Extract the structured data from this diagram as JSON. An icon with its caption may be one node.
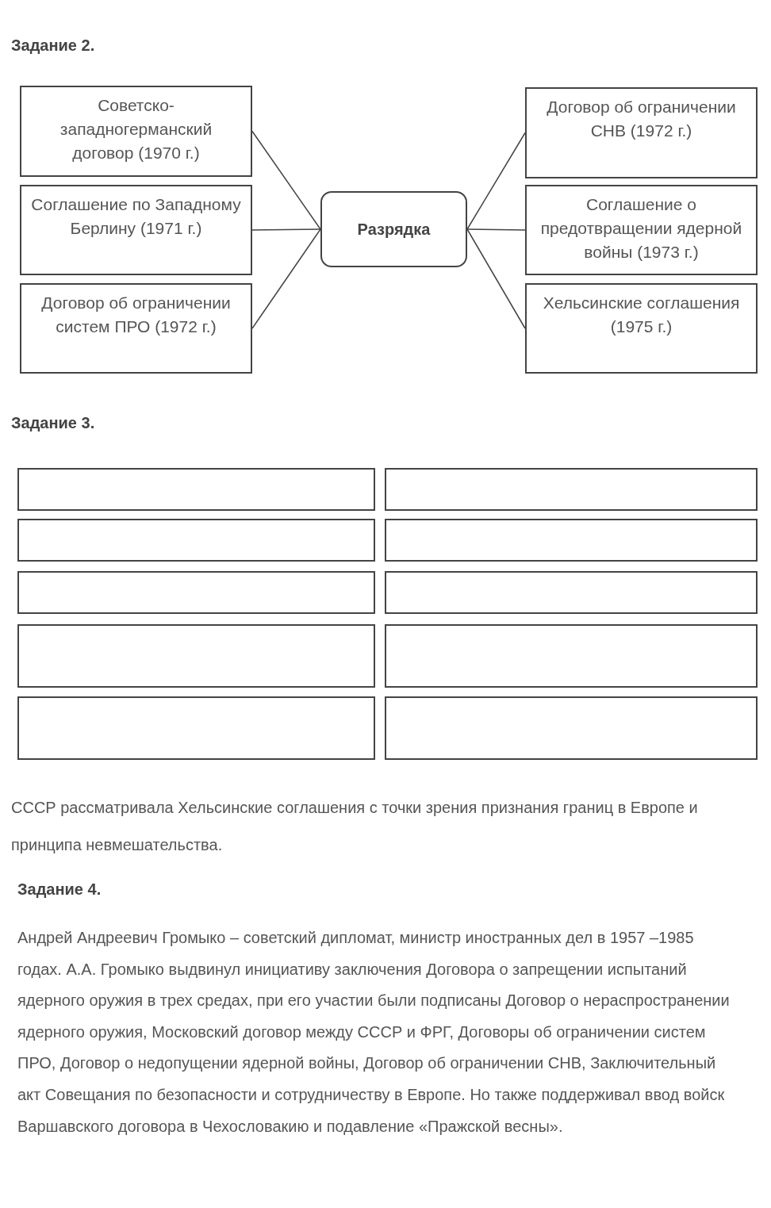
{
  "diagram": {
    "nodes": [
      {
        "text": [
          "Разрядка"
        ]
      },
      {
        "text": [
          "Советско-западногерманский договор (1970 г.)"
        ]
      },
      {
        "text": [
          "Соглашение по Западному Берлину (1971 г.)"
        ]
      },
      {
        "text": [
          "Договор об ограничении систем ПРО (1972 г.)"
        ]
      },
      {
        "text": [
          "Договор об ограничении СНВ (1972 г.)"
        ]
      },
      {
        "text": [
          "Соглашение о предотвращении ядерной войны (1973 г.)"
        ]
      },
      {
        "text": [
          "Хельсинские соглашения (1975 г.)"
        ]
      }
    ],
    "edges": [
      {
        "from": 0,
        "to": 1,
        "arrow": "none"
      },
      {
        "from": 0,
        "to": 2,
        "arrow": "none"
      },
      {
        "from": 0,
        "to": 3,
        "arrow": "none"
      },
      {
        "from": 0,
        "to": 4,
        "arrow": "none"
      },
      {
        "from": 0,
        "to": 5,
        "arrow": "none"
      },
      {
        "from": 0,
        "to": 6,
        "arrow": "none"
      }
    ],
    "labels": [
      "Задание 2.",
      "Задание 3.",
      "СССР рассматривала Хельсинские соглашения с точки зрения признания границ в Европе и принципа невмешательства.",
      "Задание 4.",
      "Андрей Андреевич Громыко – советский дипломат, министр иностранных дел в 1957 –1985 годах. А.А. Громыко выдвинул инициативу заключения Договора о запрещении испытаний ядерного оружия в трех средах, при его участии были подписаны Договор о нераспространении ядерного оружия, Московский договор между СССР и ФРГ, Договоры об ограничении систем ПРО, Договор о недопущении ядерной войны, Договор об ограничении СНВ, Заключительный акт Совещания по безопасности и сотрудничеству в Европе. Но также поддерживал ввод войск Варшавского договора в Чехословакию и подавление «Пражской весны»."
    ]
  }
}
